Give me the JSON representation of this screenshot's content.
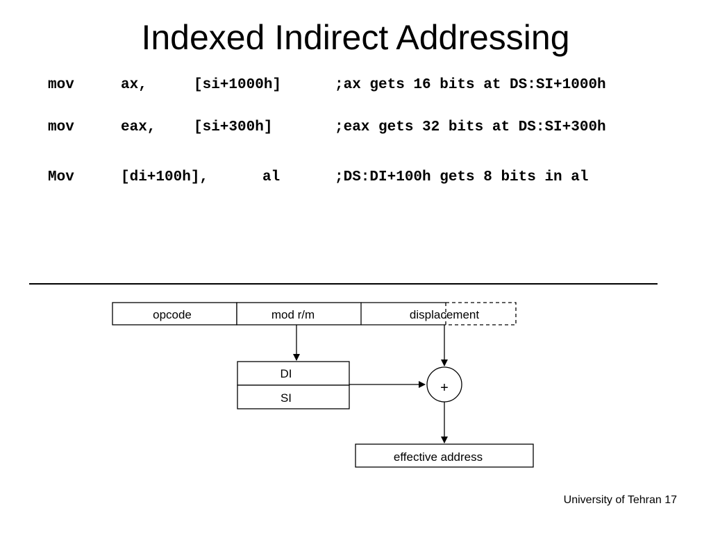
{
  "slide": {
    "title": "Indexed Indirect Addressing",
    "footer": "University of Tehran 17"
  },
  "code": [
    {
      "op": "mov",
      "arg1": "ax,",
      "arg2": "[si+1000h]",
      "comment": ";ax gets 16 bits at DS:SI+1000h"
    },
    {
      "op": "mov",
      "arg1": "eax,",
      "arg2": "[si+300h]",
      "comment": ";eax gets 32 bits at DS:SI+300h"
    },
    {
      "op": "Mov",
      "arg1": "[di+100h],",
      "arg2": "al",
      "comment": ";DS:DI+100h gets 8 bits in al"
    }
  ],
  "diagram": {
    "instruction_fields": [
      "opcode",
      "mod r/m",
      "displacement"
    ],
    "registers": [
      "DI",
      "SI"
    ],
    "adder_symbol": "+",
    "result_label": "effective address"
  }
}
